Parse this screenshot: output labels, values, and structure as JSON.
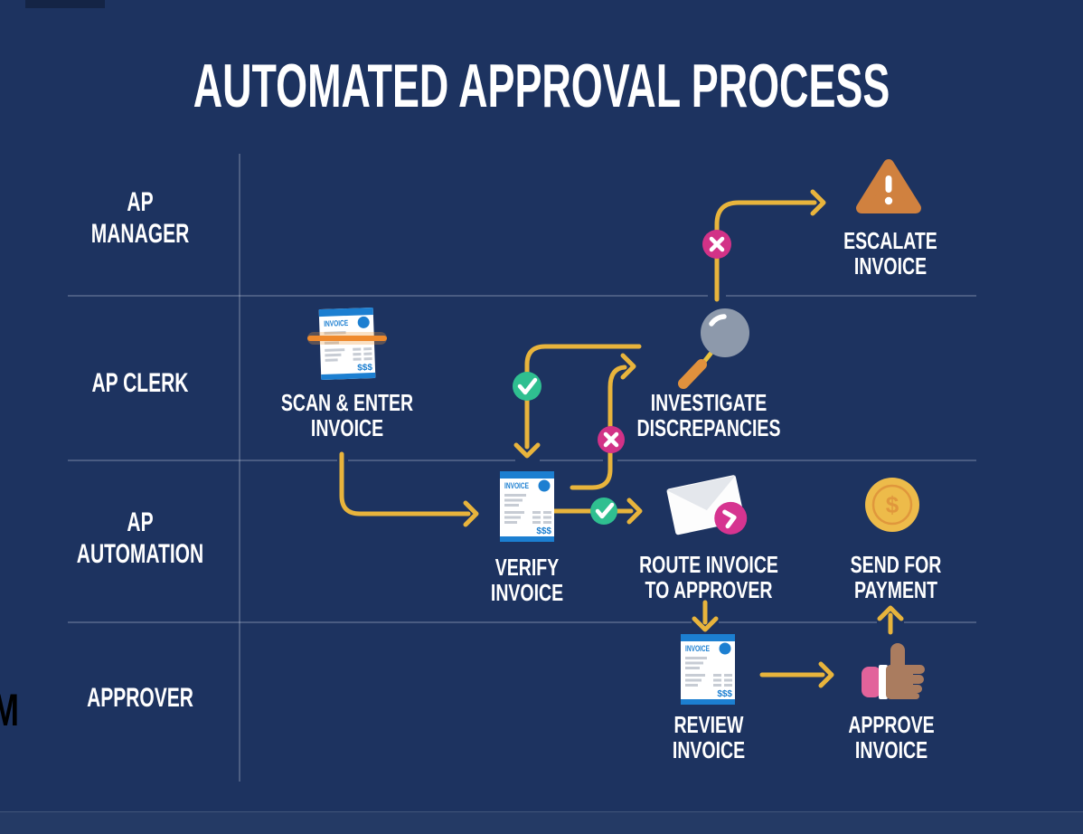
{
  "title": "AUTOMATED APPROVAL PROCESS",
  "watermark": "M",
  "colors": {
    "background": "#1d3360",
    "arrow_gold": "#e8b43c",
    "success_green": "#2fbf90",
    "reject_pink": "#d23287",
    "alert_orange": "#d0813f",
    "invoice_blue": "#1c7fd1",
    "scan_line_orange": "#ef8a2d",
    "magnifier_gray": "#8d99ab",
    "coin_gold": "#edbb4a",
    "hand_tan": "#aa7c5f",
    "label_text": "#ffffff"
  },
  "lanes": [
    {
      "label": "AP\nMANAGER"
    },
    {
      "label": "AP CLERK"
    },
    {
      "label": "AP\nAUTOMATION"
    },
    {
      "label": "APPROVER"
    }
  ],
  "steps": {
    "escalate": {
      "label": "ESCALATE\nINVOICE"
    },
    "scan": {
      "label": "SCAN & ENTER\nINVOICE"
    },
    "investigate": {
      "label": "INVESTIGATE\nDISCREPANCIES"
    },
    "verify": {
      "label": "VERIFY\nINVOICE"
    },
    "route": {
      "label": "ROUTE INVOICE\nTO APPROVER"
    },
    "send": {
      "label": "SEND FOR\nPAYMENT",
      "coin_symbol": "$"
    },
    "review": {
      "label": "REVIEW\nINVOICE"
    },
    "approve": {
      "label": "APPROVE\nINVOICE"
    }
  },
  "invoice_icon": {
    "header": "INVOICE",
    "amount": "$$$"
  }
}
